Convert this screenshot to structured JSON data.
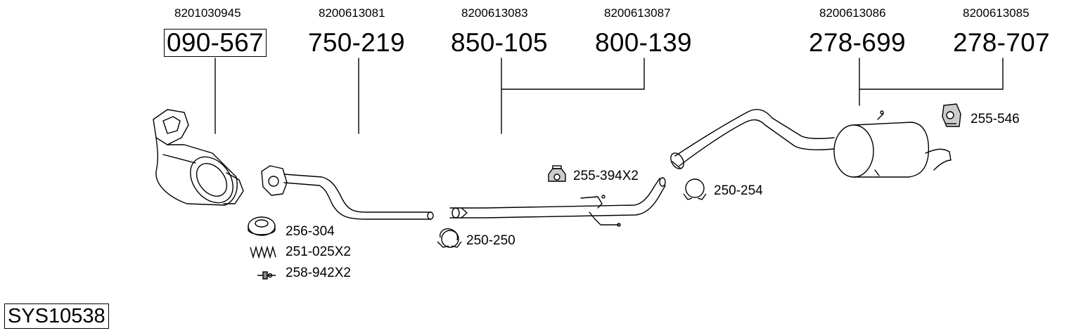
{
  "diagram": {
    "system_code": "SYS10538",
    "parts": [
      {
        "oe": "8201030945",
        "number": "090-567"
      },
      {
        "oe": "8200613081",
        "number": "750-219"
      },
      {
        "oe": "8200613083",
        "number": "850-105"
      },
      {
        "oe": "8200613087",
        "number": "800-139"
      },
      {
        "oe": "8200613086",
        "number": "278-699"
      },
      {
        "oe": "8200613085",
        "number": "278-707"
      }
    ],
    "accessories": [
      {
        "number": "256-304",
        "icon": "gasket-ring-icon"
      },
      {
        "number": "251-025X2",
        "icon": "spring-icon"
      },
      {
        "number": "258-942X2",
        "icon": "bolt-icon"
      },
      {
        "number": "250-250",
        "icon": "pipe-clamp-icon"
      },
      {
        "number": "255-394X2",
        "icon": "rubber-hanger-icon"
      },
      {
        "number": "250-254",
        "icon": "pipe-clamp-icon"
      },
      {
        "number": "255-546",
        "icon": "rubber-mount-icon"
      }
    ]
  }
}
